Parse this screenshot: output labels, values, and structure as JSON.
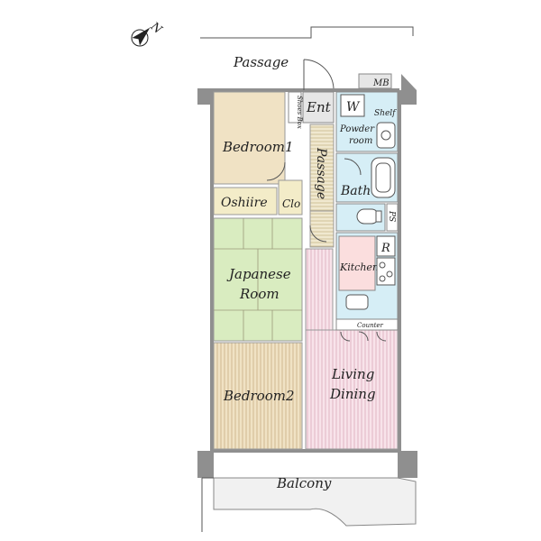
{
  "compass": {
    "label": "N",
    "icon": "north-arrow-icon"
  },
  "rooms": {
    "passage_outside": "Passage",
    "mb": "MB",
    "shoes_box": "Shoes Box",
    "entrance": "Ent",
    "washer": "W",
    "shelf": "Shelf",
    "powder_room_1": "Powder",
    "powder_room_2": "room",
    "bedroom1": "Bedroom1",
    "passage_inside": "Passage",
    "bath": "Bath",
    "oshiire": "Oshiire",
    "closet": "Clo",
    "ps": "PS",
    "refrigerator": "R",
    "kitchen": "Kitchen",
    "japanese_room_1": "Japanese",
    "japanese_room_2": "Room",
    "counter": "Counter",
    "living_1": "Living",
    "living_2": "Dining",
    "bedroom2": "Bedroom2",
    "balcony": "Balcony"
  },
  "colors": {
    "bedroom1": "#f0e2c4",
    "oshiire": "#f3ecc8",
    "japanese_room": "#d9ecc0",
    "bedroom2": "#f0e2c4",
    "wet_area": "#d6eef6",
    "kitchen": "#fbdede",
    "living": "#f8e3ea",
    "passage": "#f0e8cf",
    "entrance": "#e6e6e6",
    "balcony": "#f1f1f1",
    "wall": "#8f8f8f"
  }
}
